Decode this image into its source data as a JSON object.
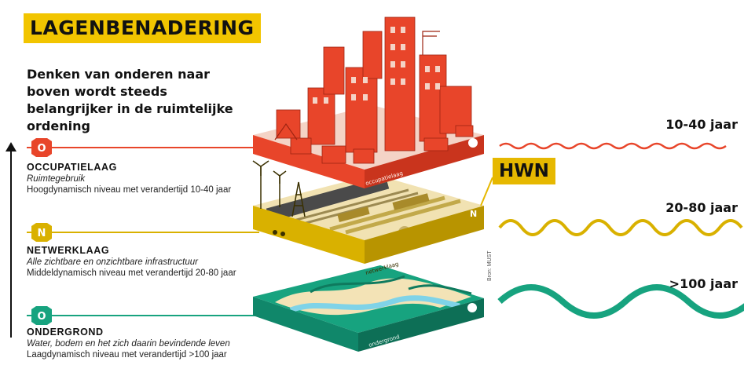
{
  "title": "LAGENBENADERING",
  "subtitle": "Denken van onderen naar boven wordt steeds belangrijker in de ruimtelijke ordening",
  "callout": "HWN",
  "source": "Bron: MUST",
  "colors": {
    "occupatie": "#e8452a",
    "netwerk": "#d9b100",
    "ondergrond": "#17a37f",
    "title_bg": "#f2c500"
  },
  "layers": [
    {
      "key": "occupatie",
      "badge": "O",
      "name": "OCCUPATIELAAG",
      "subtitle": "Ruimtegebruik",
      "description": "Hoogdynamisch niveau met verandertijd 10-40 jaar",
      "duration": "10-40 jaar",
      "block_label": "occupatielaag"
    },
    {
      "key": "netwerk",
      "badge": "N",
      "name": "NETWERKLAAG",
      "subtitle": "Alle zichtbare en onzichtbare infrastructuur",
      "description": "Middeldynamisch niveau met verandertijd 20-80 jaar",
      "duration": "20-80 jaar",
      "block_label": "netwerklaag"
    },
    {
      "key": "ondergrond",
      "badge": "O",
      "name": "ONDERGROND",
      "subtitle": "Water, bodem en het zich daarin bevindende leven",
      "description": "Laagdynamisch niveau met verandertijd >100 jaar",
      "duration": ">100 jaar",
      "block_label": "ondergrond"
    }
  ]
}
